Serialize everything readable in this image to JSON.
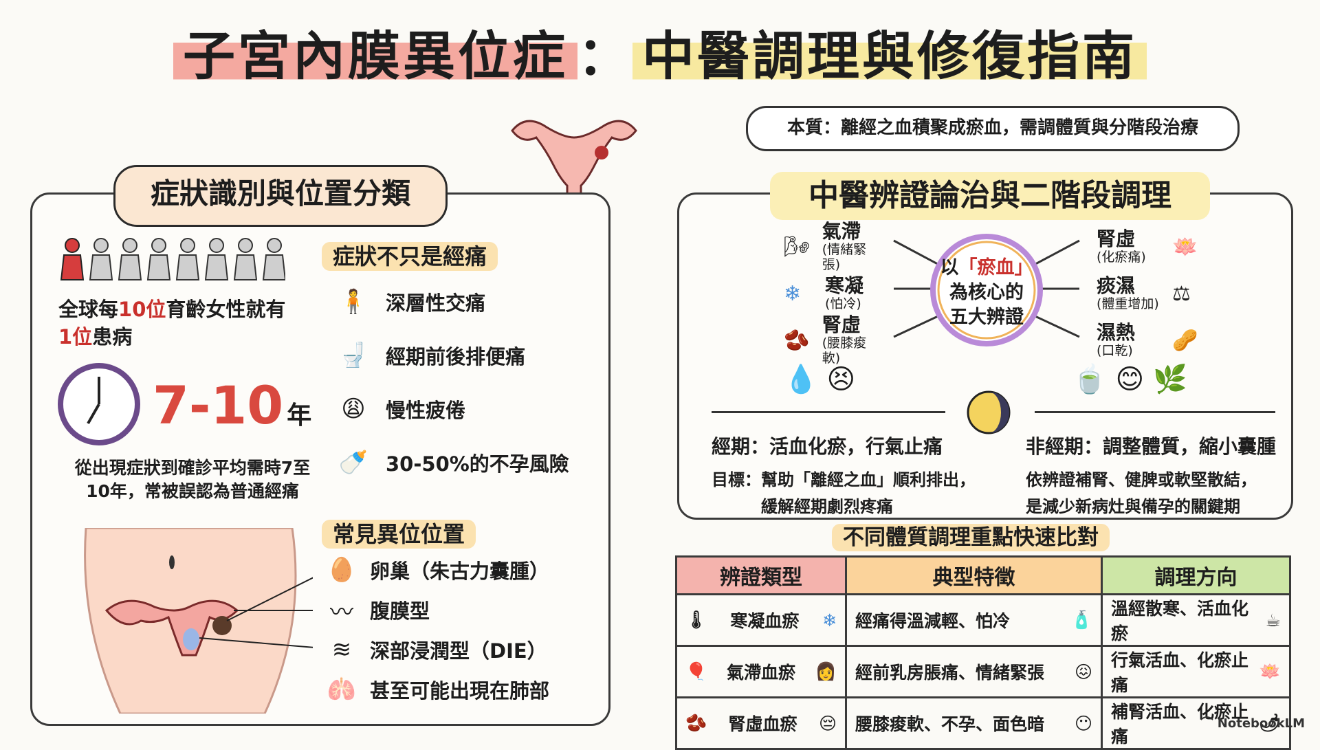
{
  "title": {
    "part1": "子宮內膜異位症",
    "sep": "：",
    "part2": "中醫調理與修復指南"
  },
  "essence": "本質：離經之血積聚成瘀血，需調體質與分階段治療",
  "left": {
    "heading": "症狀識別與位置分類",
    "prevalence": {
      "pre": "全球每",
      "num": "10位",
      "mid": "育齡女性就有",
      "num2": "1位",
      "post": "患病"
    },
    "delay": {
      "number": "7-10",
      "unit": "年",
      "text1": "從出現症狀到確診平均需時7至",
      "text2": "10年，常被誤認為普通經痛"
    },
    "symptoms_heading": "症狀不只是經痛",
    "symptoms": [
      "深層性交痛",
      "經期前後排便痛",
      "慢性疲倦",
      "30-50%的不孕風險"
    ],
    "locations_heading": "常見異位位置",
    "locations": [
      "卵巢（朱古力囊腫）",
      "腹膜型",
      "深部浸潤型（DIE）",
      "甚至可能出現在肺部"
    ]
  },
  "right": {
    "heading": "中醫辨證論治與二階段調理",
    "center": {
      "line1": "以",
      "hl": "「瘀血」",
      "line2": "為核心的",
      "line3": "五大辨證"
    },
    "types_left": [
      {
        "name": "氣滯",
        "sub": "(情緒緊張)"
      },
      {
        "name": "寒凝",
        "sub": "(怕冷)"
      },
      {
        "name": "腎虛",
        "sub": "(腰膝痠軟)"
      }
    ],
    "types_right": [
      {
        "name": "腎虛",
        "sub": "(化瘀痛)"
      },
      {
        "name": "痰濕",
        "sub": "(體重增加)"
      },
      {
        "name": "濕熱",
        "sub": "(口乾)"
      }
    ],
    "period": {
      "title": "經期：活血化瘀，行氣止痛",
      "goal1": "目標：幫助「離經之血」順利排出，",
      "goal2": "緩解經期劇烈疼痛"
    },
    "non_period": {
      "title": "非經期：調整體質，縮小囊腫",
      "text1": "依辨證補腎、健脾或軟堅散結，",
      "text2": "是減少新病灶與備孕的關鍵期"
    }
  },
  "table": {
    "heading": "不同體質調理重點快速比對",
    "headers": [
      "辨證類型",
      "典型特徵",
      "調理方向"
    ],
    "rows": [
      {
        "type": "寒凝血瘀",
        "feature": "經痛得溫減輕、怕冷",
        "direction": "溫經散寒、活血化瘀"
      },
      {
        "type": "氣滯血瘀",
        "feature": "經前乳房脹痛、情緒緊張",
        "direction": "行氣活血、化瘀止痛"
      },
      {
        "type": "腎虛血瘀",
        "feature": "腰膝痠軟、不孕、面色暗",
        "direction": "補腎活血、化瘀止痛"
      }
    ]
  },
  "footer": "NotebookLM",
  "colors": {
    "accent_red": "#d9493f",
    "highlight_yellow": "#f7e9a0",
    "highlight_red": "#f4a9a0"
  }
}
